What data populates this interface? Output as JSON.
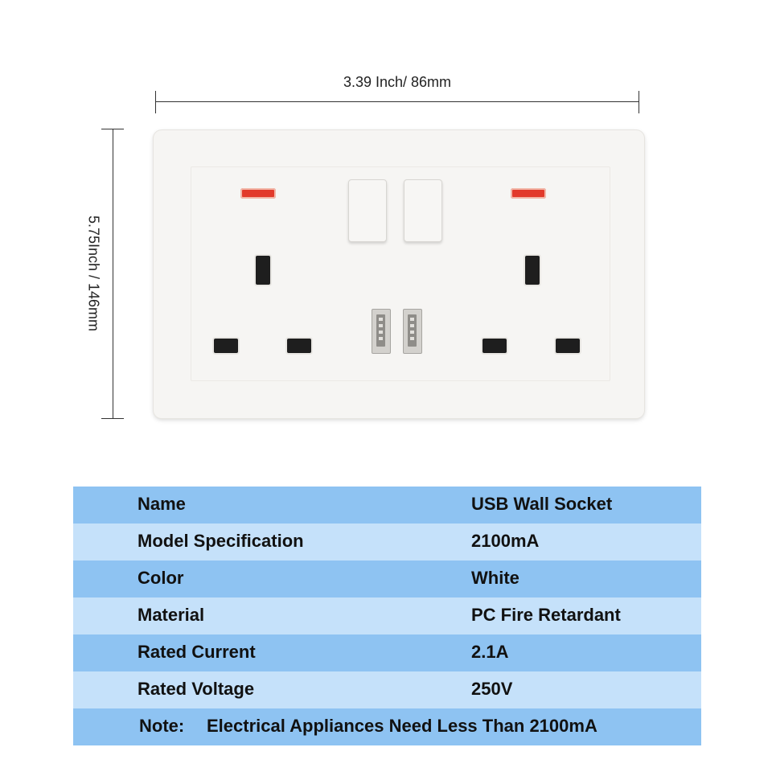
{
  "dimensions": {
    "width_label": "3.39 Inch/ 86mm",
    "height_label": "5.75Inch / 146mm"
  },
  "product": {
    "image": "usb-wall-socket-image",
    "indicator_color": "#e23a2b"
  },
  "spec_table": {
    "colors": {
      "dark_row": "#8ec3f2",
      "light_row": "#c5e1fa"
    },
    "rows": [
      {
        "label": "Name",
        "value": "USB Wall Socket"
      },
      {
        "label": "Model Specification",
        "value": "2100mA"
      },
      {
        "label": "Color",
        "value": "White"
      },
      {
        "label": "Material",
        "value": "PC Fire Retardant"
      },
      {
        "label": "Rated Current",
        "value": "2.1A"
      },
      {
        "label": "Rated Voltage",
        "value": "250V"
      }
    ],
    "note": {
      "label": "Note:",
      "text": "Electrical Appliances Need Less Than 2100mA"
    }
  }
}
